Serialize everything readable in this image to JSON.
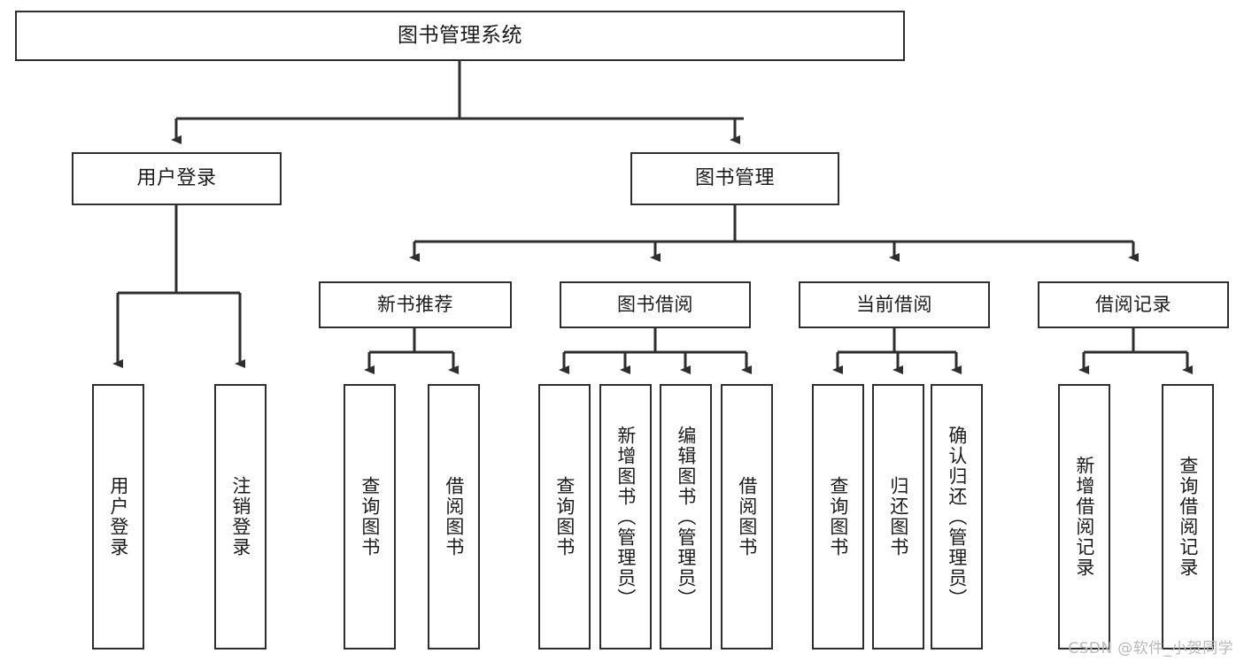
{
  "diagram": {
    "title": "图书管理系统",
    "type": "功能结构图",
    "root": {
      "id": "root",
      "label": "图书管理系统"
    },
    "level2": [
      {
        "id": "user-login",
        "label": "用户登录"
      },
      {
        "id": "book-manage",
        "label": "图书管理"
      }
    ],
    "level3": [
      {
        "id": "new-book-recommend",
        "label": "新书推荐"
      },
      {
        "id": "book-borrow",
        "label": "图书借阅"
      },
      {
        "id": "current-borrow",
        "label": "当前借阅"
      },
      {
        "id": "borrow-record",
        "label": "借阅记录"
      }
    ],
    "leaves": [
      {
        "id": "leaf-user-login",
        "label": "用户登录",
        "parent": "user-login"
      },
      {
        "id": "leaf-logout",
        "label": "注销登录",
        "parent": "user-login"
      },
      {
        "id": "leaf-query-book-1",
        "label": "查询图书",
        "parent": "new-book-recommend"
      },
      {
        "id": "leaf-borrow-book-1",
        "label": "借阅图书",
        "parent": "new-book-recommend"
      },
      {
        "id": "leaf-query-book-2",
        "label": "查询图书",
        "parent": "book-borrow"
      },
      {
        "id": "leaf-add-book",
        "label": "新增图书（管理员）",
        "parent": "book-borrow"
      },
      {
        "id": "leaf-edit-book",
        "label": "编辑图书（管理员）",
        "parent": "book-borrow"
      },
      {
        "id": "leaf-borrow-book-2",
        "label": "借阅图书",
        "parent": "book-borrow"
      },
      {
        "id": "leaf-query-book-3",
        "label": "查询图书",
        "parent": "current-borrow"
      },
      {
        "id": "leaf-return-book",
        "label": "归还图书",
        "parent": "current-borrow"
      },
      {
        "id": "leaf-confirm-return",
        "label": "确认归还（管理员）",
        "parent": "current-borrow"
      },
      {
        "id": "leaf-add-record",
        "label": "新增借阅记录",
        "parent": "borrow-record"
      },
      {
        "id": "leaf-query-record",
        "label": "查询借阅记录",
        "parent": "borrow-record"
      }
    ]
  },
  "watermark": {
    "text": "CSDN @软件_小贺同学"
  },
  "colors": {
    "stroke": "#2e2e2e",
    "background": "#ffffff",
    "text": "#1b1b1b",
    "watermark": "#b9b9b9"
  }
}
